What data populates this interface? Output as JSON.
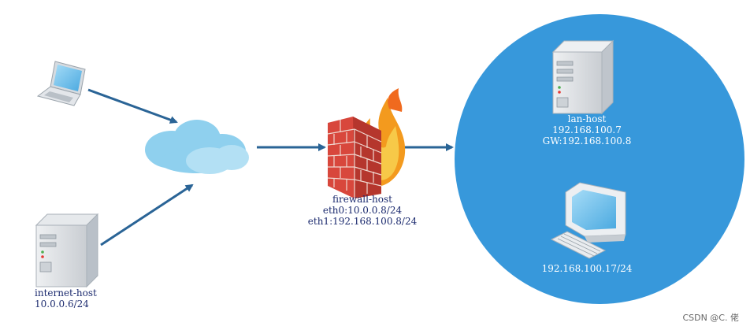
{
  "colors": {
    "arrow": "#2a6496",
    "lan_circle": "#3798db",
    "label_dark": "#1b2a6e",
    "label_light": "#ffffff",
    "cloud": "#8fd0ee",
    "brick": "#d8473c"
  },
  "nodes": {
    "laptop": {
      "icon": "laptop-icon"
    },
    "internet": {
      "icon": "server-icon",
      "name": "internet-host",
      "ip": "10.0.0.6/24"
    },
    "cloud": {
      "icon": "cloud-icon"
    },
    "firewall": {
      "icon": "firewall-icon",
      "name": "firewall-host",
      "eth0": "eth0:10.0.0.8/24",
      "eth1": "eth1:192.168.100.8/24"
    },
    "lan_server": {
      "icon": "server-icon",
      "name": "lan-host",
      "ip": "192.168.100.7",
      "gw": "GW:192.168.100.8"
    },
    "lan_pc": {
      "icon": "desktop-computer-icon",
      "ip": "192.168.100.17/24"
    }
  },
  "watermark": "CSDN @C. 佬"
}
